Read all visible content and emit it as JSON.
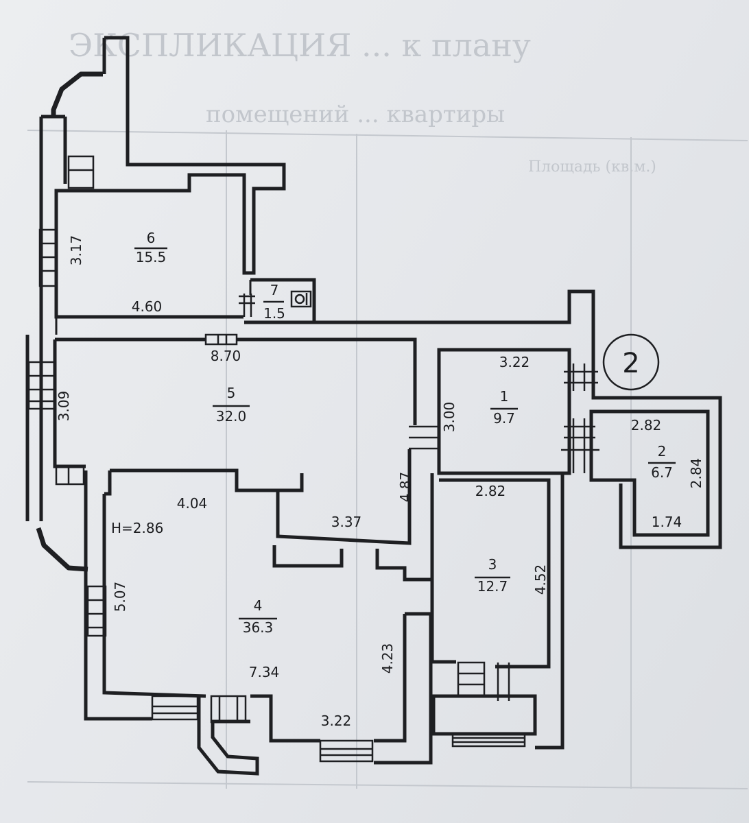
{
  "rooms": [
    {
      "id": "room-6",
      "number": "6",
      "area": "15.5"
    },
    {
      "id": "room-7",
      "number": "7",
      "area": "1.5"
    },
    {
      "id": "room-5",
      "number": "5",
      "area": "32.0"
    },
    {
      "id": "room-1",
      "number": "1",
      "area": "9.7"
    },
    {
      "id": "room-2",
      "number": "2",
      "area": "6.7"
    },
    {
      "id": "room-3",
      "number": "3",
      "area": "12.7"
    },
    {
      "id": "room-4",
      "number": "4",
      "area": "36.3"
    }
  ],
  "dimensions": {
    "r6_height": "3.17",
    "r6_width": "4.60",
    "r5_length": "8.70",
    "r5_height": "3.09",
    "r1_width": "3.22",
    "r1_height": "3.00",
    "r2_top": "2.82",
    "r2_side": "2.84",
    "r2_bottom": "1.74",
    "r5_depth": "4.87",
    "r3_width": "2.82",
    "r3_height": "4.52",
    "r4_top": "4.04",
    "ceiling": "H=2.86",
    "r5_inner": "3.37",
    "r4_height": "5.07",
    "r4_length": "7.34",
    "r4_right": "4.23",
    "r4_bottom": "3.22"
  },
  "sheet_number": "2",
  "colors": {
    "ink": "#1e1f22",
    "paper": "#e7e9ec"
  }
}
